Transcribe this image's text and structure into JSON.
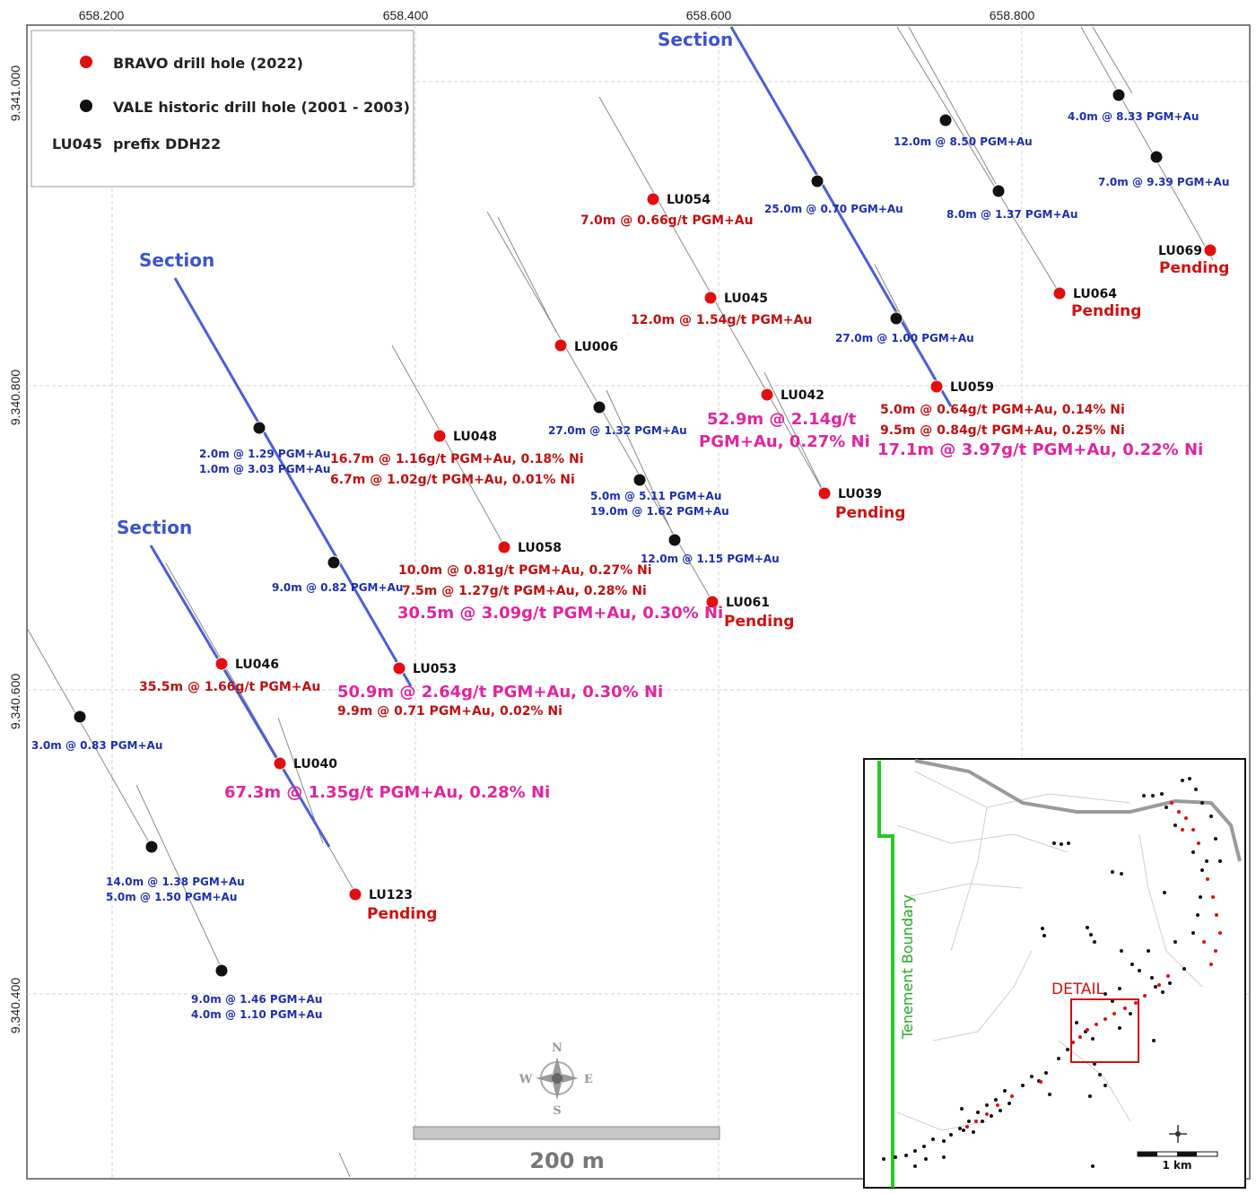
{
  "grid": {
    "eastings": [
      "658.200",
      "658.400",
      "658.600",
      "658.800"
    ],
    "northings": [
      "9.341.000",
      "9.340.800",
      "9.340.600",
      "9.340.400"
    ]
  },
  "legend": {
    "red_label": "BRAVO drill hole (2022)",
    "black_label": "VALE historic drill hole (2001 - 2003)",
    "prefix_code": "LU045",
    "prefix_text": "prefix DDH22"
  },
  "section_label": "Section",
  "bravo_holes": [
    {
      "id": "LU054",
      "results": [
        "7.0m @ 0.66g/t PGM+Au"
      ]
    },
    {
      "id": "LU045",
      "results": [
        "12.0m @ 1.54g/t PGM+Au"
      ]
    },
    {
      "id": "LU006",
      "results": []
    },
    {
      "id": "LU042",
      "results": [],
      "highlight": [
        "52.9m @ 2.14g/t",
        "PGM+Au, 0.27% Ni"
      ]
    },
    {
      "id": "LU059",
      "results": [
        "5.0m @ 0.64g/t PGM+Au, 0.14% Ni",
        "9.5m @ 0.84g/t PGM+Au, 0.25% Ni"
      ],
      "highlight": [
        "17.1m @ 3.97g/t PGM+Au, 0.22% Ni"
      ]
    },
    {
      "id": "LU069",
      "status": "Pending"
    },
    {
      "id": "LU064",
      "status": "Pending"
    },
    {
      "id": "LU048",
      "results": [
        "16.7m @ 1.16g/t PGM+Au, 0.18% Ni",
        "6.7m @ 1.02g/t PGM+Au, 0.01% Ni"
      ]
    },
    {
      "id": "LU039",
      "status": "Pending"
    },
    {
      "id": "LU058",
      "results": [
        "10.0m @ 0.81g/t PGM+Au, 0.27% Ni",
        "7.5m @ 1.27g/t PGM+Au, 0.28% Ni"
      ],
      "highlight": [
        "30.5m @ 3.09g/t PGM+Au, 0.30% Ni"
      ]
    },
    {
      "id": "LU061",
      "status": "Pending"
    },
    {
      "id": "LU046",
      "results": [
        "35.5m @ 1.66g/t PGM+Au"
      ]
    },
    {
      "id": "LU053",
      "results": [
        "9.9m @ 0.71 PGM+Au, 0.02% Ni"
      ],
      "highlight": [
        "50.9m @ 2.64g/t PGM+Au, 0.30% Ni"
      ]
    },
    {
      "id": "LU040",
      "results": [],
      "highlight": [
        "67.3m @ 1.35g/t PGM+Au, 0.28% Ni"
      ]
    },
    {
      "id": "LU123",
      "status": "Pending"
    }
  ],
  "vale_results": [
    [
      "4.0m @ 8.33 PGM+Au"
    ],
    [
      "12.0m @ 8.50 PGM+Au"
    ],
    [
      "7.0m @ 9.39 PGM+Au"
    ],
    [
      "25.0m @ 0.70 PGM+Au"
    ],
    [
      "8.0m @ 1.37 PGM+Au"
    ],
    [
      "27.0m @ 1.00 PGM+Au"
    ],
    [
      "27.0m @ 1.32 PGM+Au"
    ],
    [
      "2.0m @ 1.29 PGM+Au",
      "1.0m @ 3.03 PGM+Au"
    ],
    [
      "5.0m @ 5.11 PGM+Au",
      "19.0m @ 1.62 PGM+Au"
    ],
    [
      "12.0m @ 1.15 PGM+Au"
    ],
    [
      "9.0m @ 0.82 PGM+Au"
    ],
    [
      "3.0m @ 0.83 PGM+Au"
    ],
    [
      "14.0m @ 1.38 PGM+Au",
      "5.0m @ 1.50 PGM+Au"
    ],
    [
      "9.0m @ 1.46 PGM+Au",
      "4.0m @ 1.10 PGM+Au"
    ]
  ],
  "scale": {
    "label": "200 m"
  },
  "compass": {
    "n": "N",
    "s": "S",
    "e": "E",
    "w": "W"
  },
  "inset": {
    "tenement_label": "Tenement Boundary",
    "detail_label": "DETAIL",
    "scale_label": "1 km"
  },
  "colors": {
    "bravo": "#e01010",
    "vale": "#111111",
    "section": "#4a5fd8",
    "highlight": "#e0259f"
  }
}
